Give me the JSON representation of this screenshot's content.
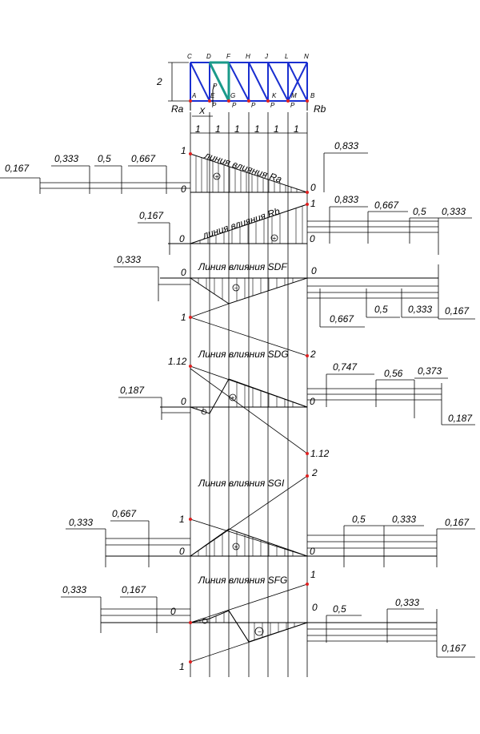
{
  "truss": {
    "nodes_top": [
      "C",
      "D",
      "F",
      "H",
      "J",
      "L",
      "N"
    ],
    "nodes_bottom": [
      "A",
      "E",
      "G",
      "K",
      "M",
      "B"
    ],
    "height_label": "2",
    "reaction_left": "Ra",
    "reaction_right": "Rb",
    "x_label": "X",
    "load_label": "P",
    "panel_label": "1",
    "colors": {
      "members": "#1a2fd0",
      "highlight": "#1a9a8a",
      "nodes": "#e02020"
    }
  },
  "diagrams": {
    "ra": {
      "title": "линия влияния Ra",
      "left_value": "1",
      "zero_left": "0",
      "zero_right": "0",
      "sign": "+",
      "callouts": [
        "0,167",
        "0,333",
        "0,5",
        "0,667",
        "0,833"
      ]
    },
    "rb": {
      "title": "линия влияния Rb",
      "right_value": "1",
      "zero_left": "0",
      "zero_right": "0",
      "sign": "+",
      "callouts": [
        "0,167",
        "0,833",
        "0,667",
        "0,5",
        "0,333"
      ]
    },
    "sdf": {
      "title": "Линия влияния SDF",
      "zero_left": "0",
      "zero_right": "0",
      "left_value": "1",
      "right_value": "2",
      "sign": "−",
      "callouts": [
        "0,333",
        "0,667",
        "0,5",
        "0,333",
        "0,167"
      ]
    },
    "sdg": {
      "title": "Линия влияния SDG",
      "left_value": "1.12",
      "right_value": "1.12",
      "zero_left": "0",
      "zero_right": "0",
      "sign_pos": "+",
      "sign_neg": "−",
      "callouts": [
        "0,187",
        "0,747",
        "0,56",
        "0,373",
        "0,187"
      ]
    },
    "sgi": {
      "title": "Линия влияния SGI",
      "right_value": "2",
      "left_value": "1",
      "zero_left": "0",
      "zero_right": "0",
      "sign": "+",
      "callouts": [
        "0,333",
        "0,667",
        "0,5",
        "0,333",
        "0,167"
      ]
    },
    "sfg": {
      "title": "Линия влияния SFG",
      "right_value": "1",
      "zero_left": "0",
      "zero_right": "0",
      "left_value": "1",
      "sign_pos": "+",
      "sign_neg": "−",
      "callouts": [
        "0,333",
        "0,167",
        "0,5",
        "0,333",
        "0,167"
      ]
    }
  }
}
